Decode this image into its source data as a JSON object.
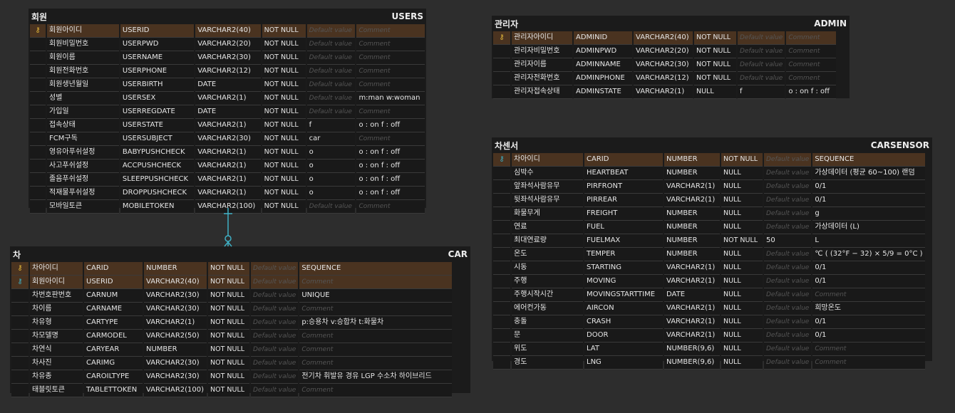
{
  "entities": {
    "users": {
      "physical_name": "회원",
      "logical_name": "USERS",
      "columns": [
        {
          "key": "pk",
          "name": "회원아이디",
          "code": "USERID",
          "type": "VARCHAR2(40)",
          "nullable": "NOT NULL",
          "default": "Default value",
          "comment": "Comment",
          "default_is_placeholder": true,
          "comment_is_placeholder": true
        },
        {
          "key": "",
          "name": "회원비밀번호",
          "code": "USERPWD",
          "type": "VARCHAR2(20)",
          "nullable": "NOT NULL",
          "default": "Default value",
          "comment": "Comment",
          "default_is_placeholder": true,
          "comment_is_placeholder": true
        },
        {
          "key": "",
          "name": "회원이름",
          "code": "USERNAME",
          "type": "VARCHAR2(30)",
          "nullable": "NOT NULL",
          "default": "Default value",
          "comment": "Comment",
          "default_is_placeholder": true,
          "comment_is_placeholder": true
        },
        {
          "key": "",
          "name": "회원전화번호",
          "code": "USERPHONE",
          "type": "VARCHAR2(12)",
          "nullable": "NOT NULL",
          "default": "Default value",
          "comment": "Comment",
          "default_is_placeholder": true,
          "comment_is_placeholder": true
        },
        {
          "key": "",
          "name": "회원생년월일",
          "code": "USERBIRTH",
          "type": "DATE",
          "nullable": "NOT NULL",
          "default": "Default value",
          "comment": "Comment",
          "default_is_placeholder": true,
          "comment_is_placeholder": true
        },
        {
          "key": "",
          "name": "성별",
          "code": "USERSEX",
          "type": "VARCHAR2(1)",
          "nullable": "NOT NULL",
          "default": "Default value",
          "comment": "m:man w:woman",
          "default_is_placeholder": true,
          "comment_is_placeholder": false
        },
        {
          "key": "",
          "name": "가입일",
          "code": "USERREGDATE",
          "type": "DATE",
          "nullable": "NOT NULL",
          "default": "Default value",
          "comment": "Comment",
          "default_is_placeholder": true,
          "comment_is_placeholder": true
        },
        {
          "key": "",
          "name": "접속상태",
          "code": "USERSTATE",
          "type": "VARCHAR2(1)",
          "nullable": "NOT NULL",
          "default": "f",
          "comment": "o : on f : off",
          "default_is_placeholder": false,
          "comment_is_placeholder": false
        },
        {
          "key": "",
          "name": "FCM구독",
          "code": "USERSUBJECT",
          "type": "VARCHAR2(30)",
          "nullable": "NOT NULL",
          "default": "car",
          "comment": "Comment",
          "default_is_placeholder": false,
          "comment_is_placeholder": true
        },
        {
          "key": "",
          "name": "영유아푸쉬설정",
          "code": "BABYPUSHCHECK",
          "type": "VARCHAR2(1)",
          "nullable": "NOT NULL",
          "default": "o",
          "comment": "o : on f : off",
          "default_is_placeholder": false,
          "comment_is_placeholder": false
        },
        {
          "key": "",
          "name": "사고푸쉬설정",
          "code": "ACCPUSHCHECK",
          "type": "VARCHAR2(1)",
          "nullable": "NOT NULL",
          "default": "o",
          "comment": "o : on f : off",
          "default_is_placeholder": false,
          "comment_is_placeholder": false
        },
        {
          "key": "",
          "name": "졸음푸쉬설정",
          "code": "SLEEPPUSHCHECK",
          "type": "VARCHAR2(1)",
          "nullable": "NOT NULL",
          "default": "o",
          "comment": "o : on f : off",
          "default_is_placeholder": false,
          "comment_is_placeholder": false
        },
        {
          "key": "",
          "name": "적재물푸쉬설정",
          "code": "DROPPUSHCHECK",
          "type": "VARCHAR2(1)",
          "nullable": "NOT NULL",
          "default": "o",
          "comment": "o : on f : off",
          "default_is_placeholder": false,
          "comment_is_placeholder": false
        },
        {
          "key": "",
          "name": "모바일토큰",
          "code": "MOBILETOKEN",
          "type": "VARCHAR2(100)",
          "nullable": "NOT NULL",
          "default": "Default value",
          "comment": "Comment",
          "default_is_placeholder": true,
          "comment_is_placeholder": true
        }
      ]
    },
    "admin": {
      "physical_name": "관리자",
      "logical_name": "ADMIN",
      "columns": [
        {
          "key": "pk",
          "name": "관리자아이디",
          "code": "ADMINID",
          "type": "VARCHAR2(40)",
          "nullable": "NOT NULL",
          "default": "Default value",
          "comment": "Comment",
          "default_is_placeholder": true,
          "comment_is_placeholder": true
        },
        {
          "key": "",
          "name": "관리자비밀번호",
          "code": "ADMINPWD",
          "type": "VARCHAR2(20)",
          "nullable": "NOT NULL",
          "default": "Default value",
          "comment": "Comment",
          "default_is_placeholder": true,
          "comment_is_placeholder": true
        },
        {
          "key": "",
          "name": "관리자이름",
          "code": "ADMINNAME",
          "type": "VARCHAR2(30)",
          "nullable": "NOT NULL",
          "default": "Default value",
          "comment": "Comment",
          "default_is_placeholder": true,
          "comment_is_placeholder": true
        },
        {
          "key": "",
          "name": "관리자전화번호",
          "code": "ADMINPHONE",
          "type": "VARCHAR2(12)",
          "nullable": "NOT NULL",
          "default": "Default value",
          "comment": "Comment",
          "default_is_placeholder": true,
          "comment_is_placeholder": true
        },
        {
          "key": "",
          "name": "관리자접속상태",
          "code": "ADMINSTATE",
          "type": "VARCHAR2(1)",
          "nullable": "NULL",
          "default": "f",
          "comment": "o : on f : off",
          "default_is_placeholder": false,
          "comment_is_placeholder": false
        }
      ]
    },
    "car": {
      "physical_name": "차",
      "logical_name": "CAR",
      "columns": [
        {
          "key": "pk",
          "name": "차아이디",
          "code": "CARID",
          "type": "NUMBER",
          "nullable": "NOT NULL",
          "default": "Default value",
          "comment": "SEQUENCE",
          "default_is_placeholder": true,
          "comment_is_placeholder": false
        },
        {
          "key": "pfk",
          "name": "회원아이디",
          "code": "USERID",
          "type": "VARCHAR2(40)",
          "nullable": "NOT NULL",
          "default": "Default value",
          "comment": "Comment",
          "default_is_placeholder": true,
          "comment_is_placeholder": true
        },
        {
          "key": "",
          "name": "차번호판번호",
          "code": "CARNUM",
          "type": "VARCHAR2(30)",
          "nullable": "NOT NULL",
          "default": "Default value",
          "comment": "UNIQUE",
          "default_is_placeholder": true,
          "comment_is_placeholder": false
        },
        {
          "key": "",
          "name": "차이름",
          "code": "CARNAME",
          "type": "VARCHAR2(30)",
          "nullable": "NOT NULL",
          "default": "Default value",
          "comment": "Comment",
          "default_is_placeholder": true,
          "comment_is_placeholder": true
        },
        {
          "key": "",
          "name": "차유형",
          "code": "CARTYPE",
          "type": "VARCHAR2(1)",
          "nullable": "NOT NULL",
          "default": "Default value",
          "comment": "p:승용차 v:승합차 t:화물차",
          "default_is_placeholder": true,
          "comment_is_placeholder": false
        },
        {
          "key": "",
          "name": "차모델명",
          "code": "CARMODEL",
          "type": "VARCHAR2(50)",
          "nullable": "NOT NULL",
          "default": "Default value",
          "comment": "Comment",
          "default_is_placeholder": true,
          "comment_is_placeholder": true
        },
        {
          "key": "",
          "name": "차연식",
          "code": "CARYEAR",
          "type": "NUMBER",
          "nullable": "NOT NULL",
          "default": "Default value",
          "comment": "Comment",
          "default_is_placeholder": true,
          "comment_is_placeholder": true
        },
        {
          "key": "",
          "name": "차사진",
          "code": "CARIMG",
          "type": "VARCHAR2(30)",
          "nullable": "NOT NULL",
          "default": "Default value",
          "comment": "Comment",
          "default_is_placeholder": true,
          "comment_is_placeholder": true
        },
        {
          "key": "",
          "name": "차유종",
          "code": "CAROILTYPE",
          "type": "VARCHAR2(30)",
          "nullable": "NOT NULL",
          "default": "Default value",
          "comment": "전기차 휘발유 경유 LGP 수소차 하이브리드",
          "default_is_placeholder": true,
          "comment_is_placeholder": false
        },
        {
          "key": "",
          "name": "태블릿토큰",
          "code": "TABLETTOKEN",
          "type": "VARCHAR2(100)",
          "nullable": "NOT NULL",
          "default": "Default value",
          "comment": "Comment",
          "default_is_placeholder": true,
          "comment_is_placeholder": true
        }
      ]
    },
    "carsensor": {
      "physical_name": "차센서",
      "logical_name": "CARSENSOR",
      "columns": [
        {
          "key": "pfk",
          "name": "차아이디",
          "code": "CARID",
          "type": "NUMBER",
          "nullable": "NOT NULL",
          "default": "Default value",
          "comment": "SEQUENCE",
          "default_is_placeholder": true,
          "comment_is_placeholder": false
        },
        {
          "key": "",
          "name": "심박수",
          "code": "HEARTBEAT",
          "type": "NUMBER",
          "nullable": "NULL",
          "default": "Default value",
          "comment": "가상데이터 (평균 60~100) 랜덤",
          "default_is_placeholder": true,
          "comment_is_placeholder": false
        },
        {
          "key": "",
          "name": "앞좌석사람유무",
          "code": "PIRFRONT",
          "type": "VARCHAR2(1)",
          "nullable": "NULL",
          "default": "Default value",
          "comment": "0/1",
          "default_is_placeholder": true,
          "comment_is_placeholder": false
        },
        {
          "key": "",
          "name": "뒷좌석사람유무",
          "code": "PIRREAR",
          "type": "VARCHAR2(1)",
          "nullable": "NULL",
          "default": "Default value",
          "comment": "0/1",
          "default_is_placeholder": true,
          "comment_is_placeholder": false
        },
        {
          "key": "",
          "name": "화물무게",
          "code": "FREIGHT",
          "type": "NUMBER",
          "nullable": "NULL",
          "default": "Default value",
          "comment": "g",
          "default_is_placeholder": true,
          "comment_is_placeholder": false
        },
        {
          "key": "",
          "name": "연료",
          "code": "FUEL",
          "type": "NUMBER",
          "nullable": "NULL",
          "default": "Default value",
          "comment": "가상데이터 (L)",
          "default_is_placeholder": true,
          "comment_is_placeholder": false
        },
        {
          "key": "",
          "name": "최대연료량",
          "code": "FUELMAX",
          "type": "NUMBER",
          "nullable": "NOT NULL",
          "default": "50",
          "comment": "L",
          "default_is_placeholder": false,
          "comment_is_placeholder": false
        },
        {
          "key": "",
          "name": "온도",
          "code": "TEMPER",
          "type": "NUMBER",
          "nullable": "NULL",
          "default": "Default value",
          "comment": "℃ ( (32°F − 32) × 5/9 = 0°C )",
          "default_is_placeholder": true,
          "comment_is_placeholder": false
        },
        {
          "key": "",
          "name": "시동",
          "code": "STARTING",
          "type": "VARCHAR2(1)",
          "nullable": "NULL",
          "default": "Default value",
          "comment": "0/1",
          "default_is_placeholder": true,
          "comment_is_placeholder": false
        },
        {
          "key": "",
          "name": "주행",
          "code": "MOVING",
          "type": "VARCHAR2(1)",
          "nullable": "NULL",
          "default": "Default value",
          "comment": "0/1",
          "default_is_placeholder": true,
          "comment_is_placeholder": false
        },
        {
          "key": "",
          "name": "주행시작시간",
          "code": "MOVINGSTARTTIME",
          "type": "DATE",
          "nullable": "NULL",
          "default": "Default value",
          "comment": "Comment",
          "default_is_placeholder": true,
          "comment_is_placeholder": true
        },
        {
          "key": "",
          "name": "에어컨가동",
          "code": "AIRCON",
          "type": "VARCHAR2(1)",
          "nullable": "NULL",
          "default": "Default value",
          "comment": "희망온도",
          "default_is_placeholder": true,
          "comment_is_placeholder": false
        },
        {
          "key": "",
          "name": "충돌",
          "code": "CRASH",
          "type": "VARCHAR2(1)",
          "nullable": "NULL",
          "default": "Default value",
          "comment": "0/1",
          "default_is_placeholder": true,
          "comment_is_placeholder": false
        },
        {
          "key": "",
          "name": "문",
          "code": "DOOR",
          "type": "VARCHAR2(1)",
          "nullable": "NULL",
          "default": "Default value",
          "comment": "0/1",
          "default_is_placeholder": true,
          "comment_is_placeholder": false
        },
        {
          "key": "",
          "name": "위도",
          "code": "LAT",
          "type": "NUMBER(9,6)",
          "nullable": "NULL",
          "default": "Default value",
          "comment": "Comment",
          "default_is_placeholder": true,
          "comment_is_placeholder": true
        },
        {
          "key": "",
          "name": "경도",
          "code": "LNG",
          "type": "NUMBER(9,6)",
          "nullable": "NULL",
          "default": "Default value",
          "comment": "Comment",
          "default_is_placeholder": true,
          "comment_is_placeholder": true
        }
      ]
    }
  },
  "relationships": [
    {
      "from": "USERS",
      "to": "CAR",
      "cardinality": "one-to-zero-or-many",
      "color": "#3fb0c5"
    }
  ],
  "icons": {
    "primary_key": "key-icon",
    "foreign_key": "key-icon",
    "pk_color": "#e3b83a",
    "fk_color": "#3fb0c5"
  },
  "colors": {
    "background": "#2d2d2d",
    "entity_bg": "#1b1b1b",
    "pk_row": "#4a3320",
    "relationship": "#3fb0c5"
  }
}
